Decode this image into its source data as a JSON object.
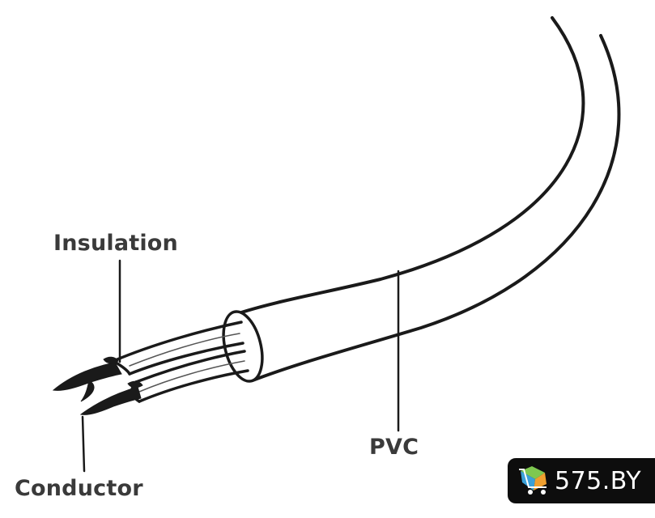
{
  "labels": {
    "insulation": "Insulation",
    "conductor": "Conductor",
    "pvc": "PVC"
  },
  "watermark": {
    "text": "575.BY",
    "logo_icon": "cart-icon"
  },
  "colors": {
    "outline": "#1a1a1a",
    "label_text": "#3a3a3a",
    "watermark_bg": "#0d0d0d",
    "watermark_text": "#ffffff"
  }
}
